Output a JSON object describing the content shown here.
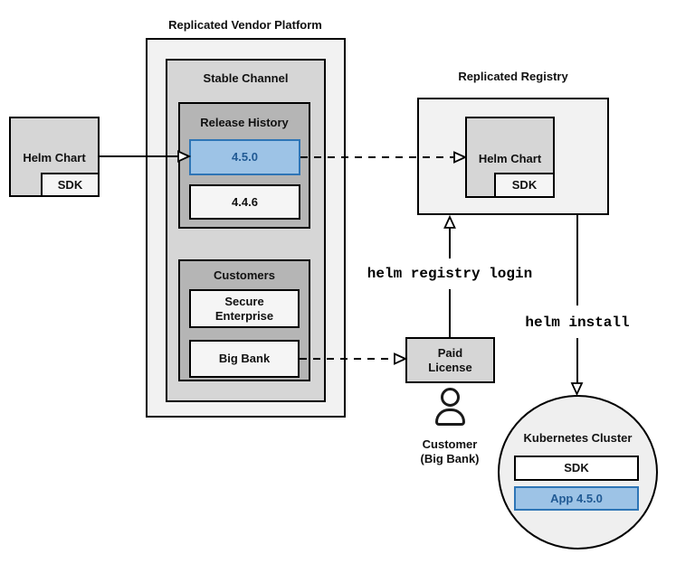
{
  "left_helm_chart": {
    "label": "Helm Chart",
    "sdk_label": "SDK"
  },
  "vendor_platform": {
    "title": "Replicated Vendor Platform",
    "stable_channel": {
      "title": "Stable Channel",
      "release_history": {
        "title": "Release History",
        "releases": [
          {
            "version": "4.5.0",
            "highlighted": true
          },
          {
            "version": "4.4.6",
            "highlighted": false
          }
        ]
      },
      "customers": {
        "title": "Customers",
        "items": [
          {
            "name": "Secure\nEnterprise"
          },
          {
            "name": "Big Bank"
          }
        ]
      }
    }
  },
  "registry": {
    "title": "Replicated Registry",
    "helm_chart": {
      "label": "Helm Chart",
      "sdk_label": "SDK"
    }
  },
  "paid_license": {
    "label": "Paid\nLicense"
  },
  "customer": {
    "label": "Customer\n(Big Bank)"
  },
  "kubernetes": {
    "title": "Kubernetes Cluster",
    "sdk_label": "SDK",
    "app_label": "App 4.5.0"
  },
  "commands": {
    "registry_login": "helm registry login",
    "install": "helm install"
  },
  "colors": {
    "highlight_fill": "#9dc3e6",
    "highlight_border": "#2e75b6",
    "highlight_text": "#215a94",
    "outer_fill": "#f2f2f2",
    "mid_fill": "#d6d6d6",
    "inner_fill": "#b5b5b5",
    "item_fill": "#f5f5f5",
    "line_color": "#000000"
  }
}
